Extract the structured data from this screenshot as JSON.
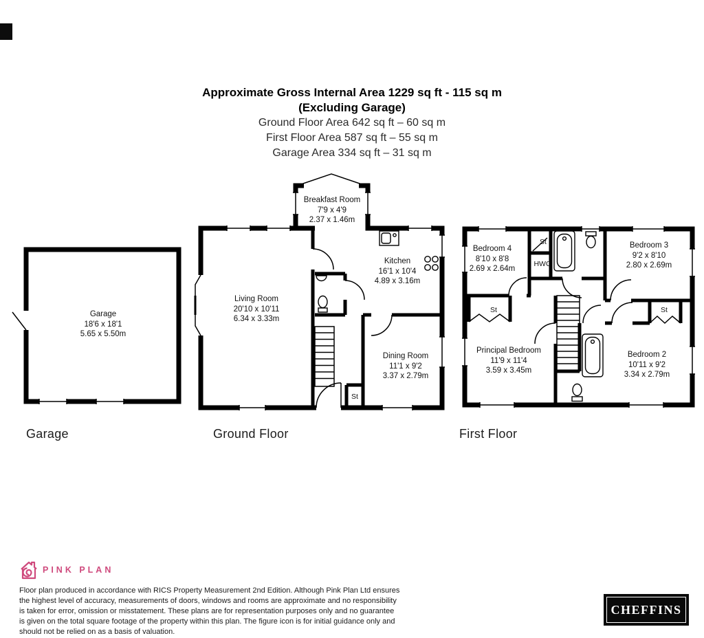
{
  "header": {
    "line1": "Approximate Gross Internal Area 1229 sq ft - 115 sq m",
    "line2": "(Excluding Garage)",
    "line3": "Ground Floor Area 642 sq ft – 60 sq m",
    "line4": "First Floor Area 587 sq ft – 55 sq m",
    "line5": "Garage Area 334 sq ft – 31 sq m"
  },
  "captions": {
    "garage": "Garage",
    "ground": "Ground Floor",
    "first": "First Floor"
  },
  "rooms": {
    "garage": {
      "name": "Garage",
      "imperial": "18'6 x 18'1",
      "metric": "5.65 x 5.50m"
    },
    "breakfast": {
      "name": "Breakfast Room",
      "imperial": "7'9 x 4'9",
      "metric": "2.37 x 1.46m"
    },
    "kitchen": {
      "name": "Kitchen",
      "imperial": "16'1 x 10'4",
      "metric": "4.89 x 3.16m"
    },
    "living": {
      "name": "Living Room",
      "imperial": "20'10 x 10'11",
      "metric": "6.34 x 3.33m"
    },
    "dining": {
      "name": "Dining Room",
      "imperial": "11'1 x 9'2",
      "metric": "3.37 x 2.79m"
    },
    "bedroom4": {
      "name": "Bedroom 4",
      "imperial": "8'10 x 8'8",
      "metric": "2.69 x 2.64m"
    },
    "bedroom3": {
      "name": "Bedroom 3",
      "imperial": "9'2 x 8'10",
      "metric": "2.80 x 2.69m"
    },
    "principal": {
      "name": "Principal Bedroom",
      "imperial": "11'9 x 11'4",
      "metric": "3.59 x 3.45m"
    },
    "bedroom2": {
      "name": "Bedroom 2",
      "imperial": "10'11 x 9'2",
      "metric": "3.34 x 2.79m"
    }
  },
  "small_labels": {
    "st": "St",
    "hwc": "HWC"
  },
  "footer": {
    "brand": "PINK PLAN",
    "brand_color": "#cf4a7d",
    "disclaimer": "Floor plan produced in accordance with RICS Property Measurement 2nd Edition. Although Pink Plan Ltd ensures the highest level of accuracy, measurements of doors, windows and rooms are approximate and no responsibility is taken for error, omission or misstatement. These plans are for representation purposes only and no guarantee is given on the total square footage of the property within this plan. The figure icon is for initial guidance only and should not be relied on as a basis of valuation.",
    "agent_logo": "CHEFFINS"
  }
}
